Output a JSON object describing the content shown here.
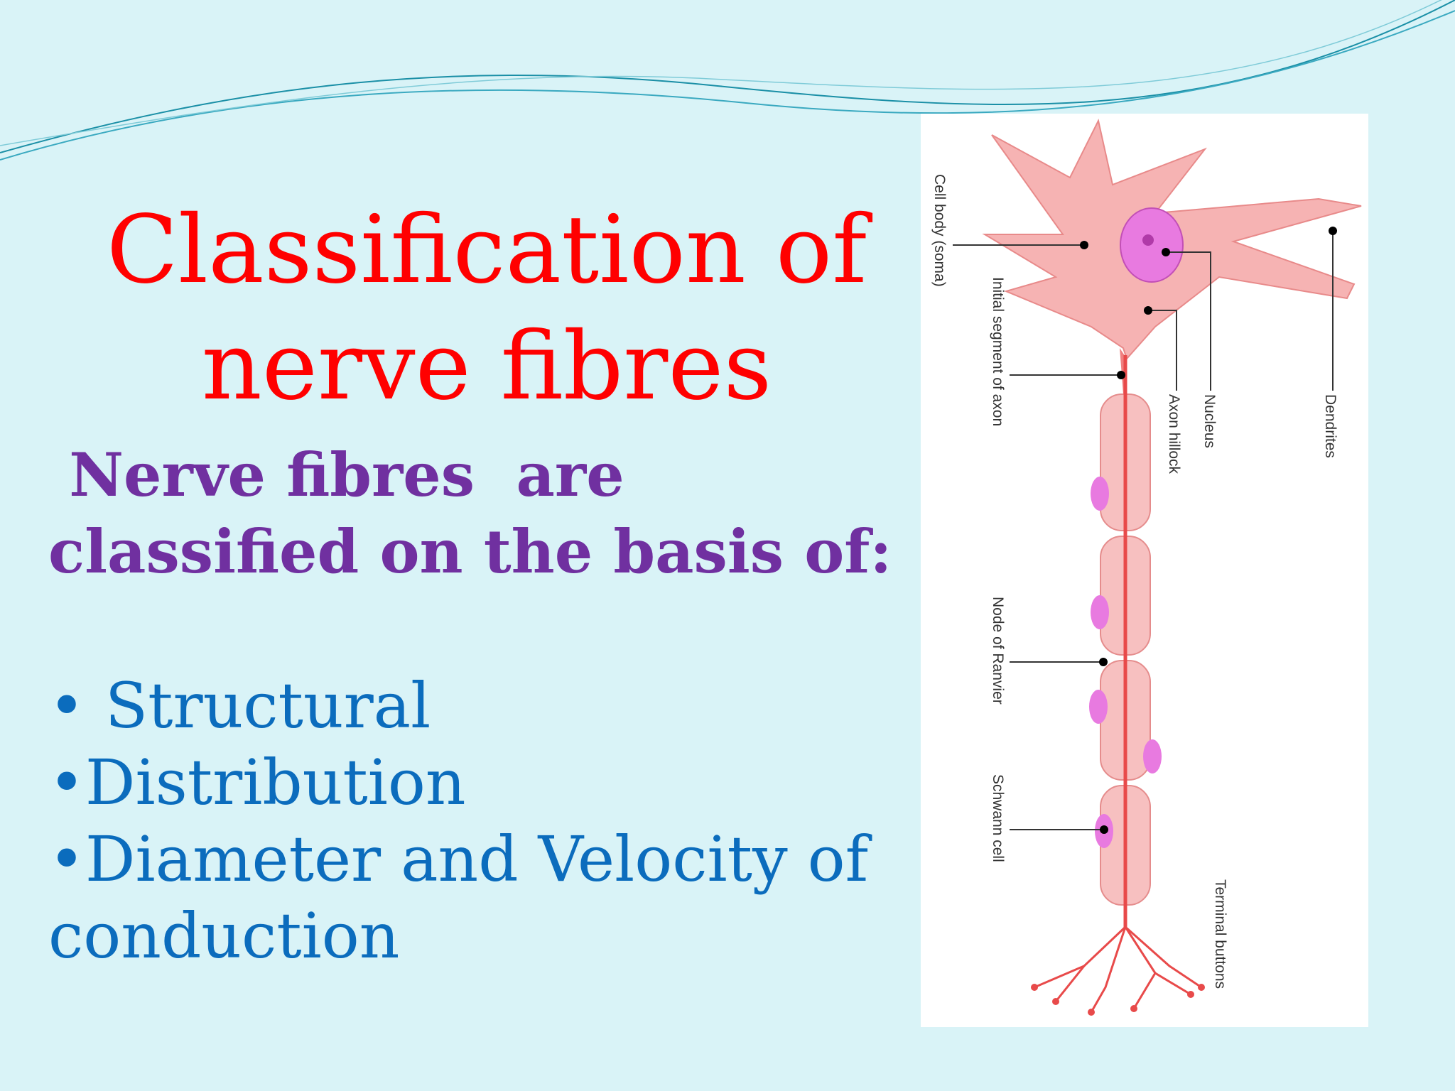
{
  "slide": {
    "title_line1": "Classification of",
    "title_line2": "nerve fibres",
    "intro_line1": " Nerve fibres  are",
    "intro_line2": "classified on the basis of:",
    "bullets": [
      "• Structural",
      "•Distribution",
      "•Diameter and Velocity of",
      "conduction"
    ]
  },
  "figure": {
    "labels": {
      "cell_body": "Cell body (soma)",
      "initial_segment": "Initial segment of axon",
      "axon_hillock": "Axon hillock",
      "nucleus": "Nucleus",
      "dendrites": "Dendrites",
      "node_of_ranvier": "Node of Ranvier",
      "schwann_cell": "Schwann cell",
      "terminal_buttons": "Terminal buttons"
    }
  },
  "colors": {
    "background": "#d9f3f7",
    "title": "#ff0000",
    "intro": "#7030a0",
    "bullets": "#0b6cbd",
    "neuron": "#f4a6a6",
    "schwann_nucleus": "#e87ae0"
  }
}
